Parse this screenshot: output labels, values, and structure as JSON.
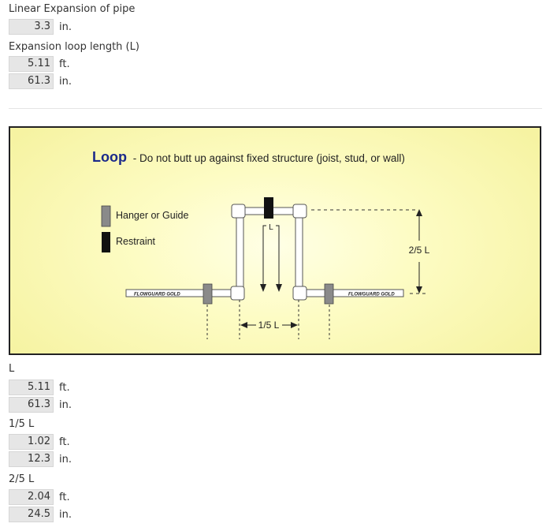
{
  "linear_expansion": {
    "label": "Linear Expansion of pipe",
    "value": "3.3",
    "unit": "in."
  },
  "loop_length": {
    "label": "Expansion loop length (L)",
    "ft_value": "5.11",
    "ft_unit": "ft.",
    "in_value": "61.3",
    "in_unit": "in."
  },
  "diagram": {
    "title_bold": "Loop",
    "title_rest": "- Do not butt up against fixed structure (joist, stud, or wall)",
    "legend_hanger": "Hanger or Guide",
    "legend_restraint": "Restraint",
    "label_two_fifth": "2/5 L",
    "label_one_fifth": "1/5 L",
    "label_L": "L",
    "pipe_brand": "FLOWGUARD GOLD",
    "colors": {
      "pipe_white": "#ffffff",
      "hanger_gray": "#8a8a8a",
      "restraint_black": "#111111",
      "title_blue": "#1b2a8a"
    }
  },
  "results": {
    "L": {
      "label": "L",
      "ft_value": "5.11",
      "ft_unit": "ft.",
      "in_value": "61.3",
      "in_unit": "in."
    },
    "one_fifth": {
      "label": "1/5 L",
      "ft_value": "1.02",
      "ft_unit": "ft.",
      "in_value": "12.3",
      "in_unit": "in."
    },
    "two_fifth": {
      "label": "2/5 L",
      "ft_value": "2.04",
      "ft_unit": "ft.",
      "in_value": "24.5",
      "in_unit": "in."
    }
  }
}
